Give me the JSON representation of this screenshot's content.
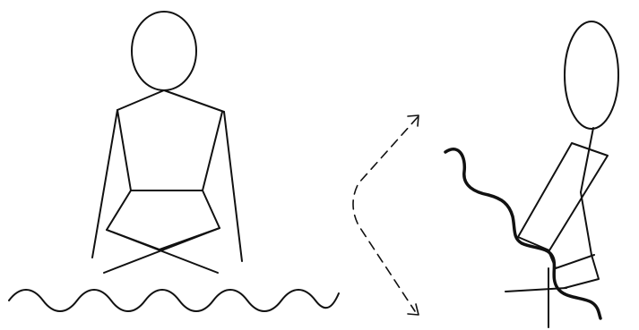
{
  "colors": {
    "background": "#ffffff",
    "ink": "#111111"
  },
  "figures": {
    "left": {
      "description_icon": "stick-figure-sitting-cross-legged-icon",
      "ground": "wavy-line"
    },
    "arrow": {
      "icon": "dashed-bidirectional-arrow-icon",
      "style": "dashed"
    },
    "right": {
      "description_icon": "stick-figure-sitting-side-view-icon",
      "backrest": "wavy-thick-line"
    }
  }
}
